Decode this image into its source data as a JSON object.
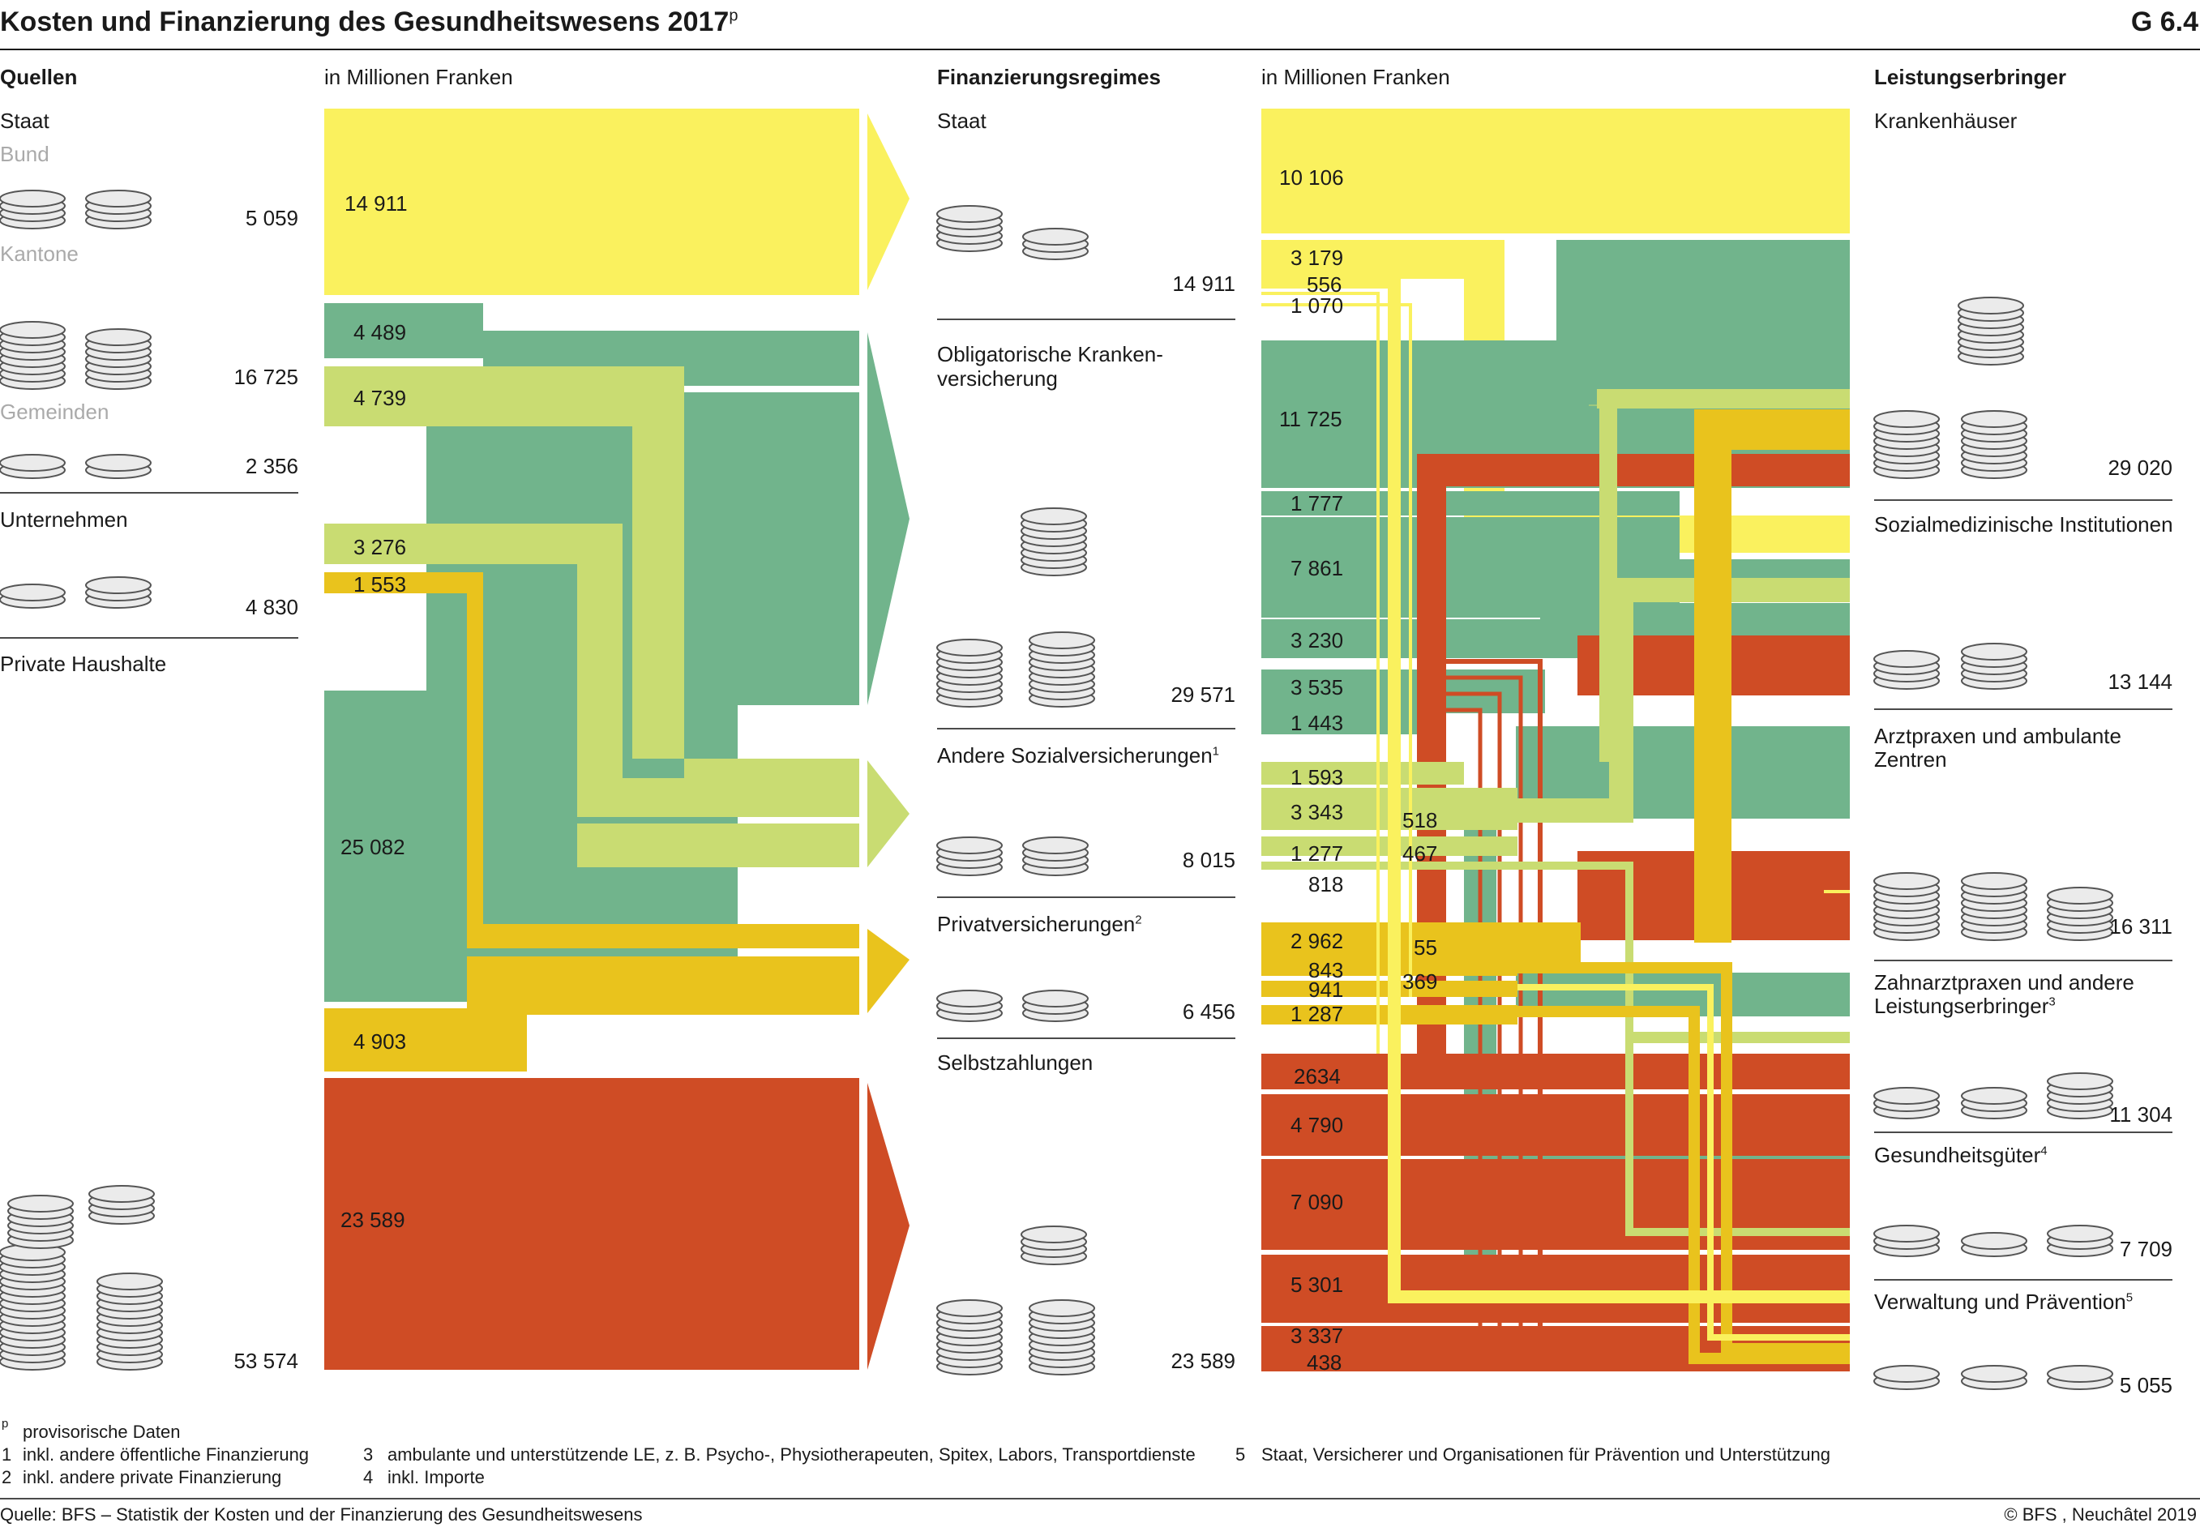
{
  "title": "Kosten und Finanzierung des Gesundheitswesens 2017",
  "title_sup": "p",
  "graphic_number": "G 6.4",
  "unit_label": "in Millionen Franken",
  "columns": {
    "sources_header": "Quellen",
    "regimes_header": "Finanzierungsregimes",
    "providers_header": "Leistungserbringer"
  },
  "sources": {
    "staat_label": "Staat",
    "bund_label": "Bund",
    "bund_value": "5 059",
    "kantone_label": "Kantone",
    "kantone_value": "16 725",
    "gemeinden_label": "Gemeinden",
    "gemeinden_value": "2 356",
    "unternehmen_label": "Unternehmen",
    "unternehmen_value": "4 830",
    "haushalte_label": "Private Haushalte",
    "haushalte_value": "53 574"
  },
  "regimes": {
    "staat_label": "Staat",
    "staat_value": "14 911",
    "okv_label_1": "Obligatorische Kranken-",
    "okv_label_2": "versicherung",
    "okv_value": "29 571",
    "andere_label": "Andere Sozialversicherungen",
    "andere_sup": "1",
    "andere_value": "8 015",
    "privat_label": "Privatversicherungen",
    "privat_sup": "2",
    "privat_value": "6 456",
    "selbst_label": "Selbstzahlungen",
    "selbst_value": "23 589"
  },
  "providers": {
    "kh_label": "Krankenhäuser",
    "kh_value": "29 020",
    "smi_label": "Sozialmedizinische Institutionen",
    "smi_value": "13 144",
    "arzt_label_1": "Arztpraxen und ambulante",
    "arzt_label_2": "Zentren",
    "arzt_value": "16 311",
    "zahn_label_1": "Zahnarztpraxen und andere",
    "zahn_label_2": "Leistungserbringer",
    "zahn_sup": "3",
    "zahn_value": "11 304",
    "gg_label": "Gesundheitsgüter",
    "gg_sup": "4",
    "gg_value": "7 709",
    "vp_label": "Verwaltung und Prävention",
    "vp_sup": "5",
    "vp_value": "5 055"
  },
  "left_flows": {
    "staat": "14 911",
    "f4489": "4 489",
    "f4739": "4 739",
    "f3276": "3 276",
    "f1553": "1 553",
    "f25082": "25 082",
    "f4903": "4 903",
    "f23589": "23 589"
  },
  "right_flows": {
    "v10106": "10 106",
    "v3179": "3 179",
    "v556": "556",
    "v1070": "1 070",
    "v11725": "11 725",
    "v1777": "1 777",
    "v7861": "7 861",
    "v3230": "3 230",
    "v3535": "3 535",
    "v1443": "1 443",
    "v1593": "1 593",
    "v3343": "3 343",
    "v518": "518",
    "v1277": "1 277",
    "v467": "467",
    "v818": "818",
    "v2962": "2 962",
    "v55": "55",
    "v843": "843",
    "v941": "941",
    "v369": "369",
    "v1287": "1 287",
    "v2634": "2634",
    "v4790": "4 790",
    "v7090": "7 090",
    "v5301": "5 301",
    "v3337": "3 337",
    "v438": "438"
  },
  "colors": {
    "staat": "#faf15e",
    "okv": "#71b48c",
    "andere": "#c9dc72",
    "privat": "#e9c31d",
    "selbst": "#cf4c25",
    "coin_fill": "#ebebeb",
    "coin_stroke": "#555555"
  },
  "footnotes": {
    "p_mark": "p",
    "p_text": "provisorische Daten",
    "n1": "1",
    "t1": "inkl. andere öffentliche Finanzierung",
    "n2": "2",
    "t2": "inkl. andere private Finanzierung",
    "n3": "3",
    "t3": "ambulante und unterstützende LE, z. B. Psycho-, Physiotherapeuten, Spitex, Labors, Transportdienste",
    "n4": "4",
    "t4": "inkl. Importe",
    "n5": "5",
    "t5": "Staat, Versicherer und Organisationen für Prävention und Unterstützung"
  },
  "source_line": "Quelle: BFS – Statistik der Kosten und der Finanzierung des Gesundheitswesens",
  "copyright": "© BFS , Neuchâtel 2019"
}
